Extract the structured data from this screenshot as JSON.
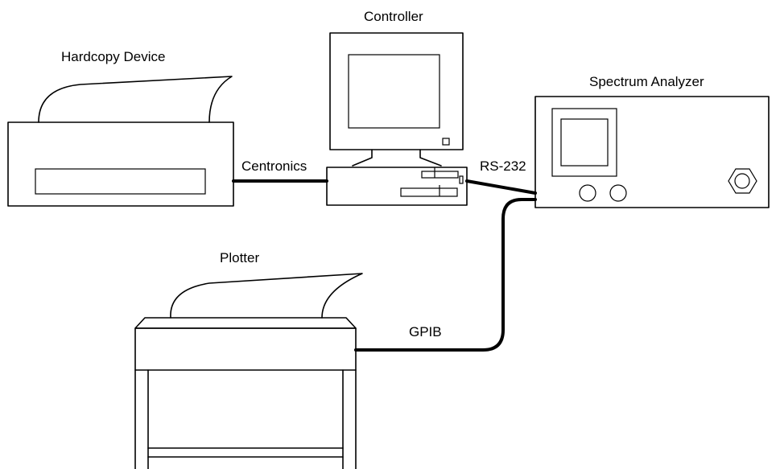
{
  "labels": {
    "hardcopy": "Hardcopy Device",
    "controller": "Controller",
    "analyzer": "Spectrum Analyzer",
    "plotter": "Plotter",
    "centronics": "Centronics",
    "rs232": "RS-232",
    "gpib": "GPIB"
  }
}
